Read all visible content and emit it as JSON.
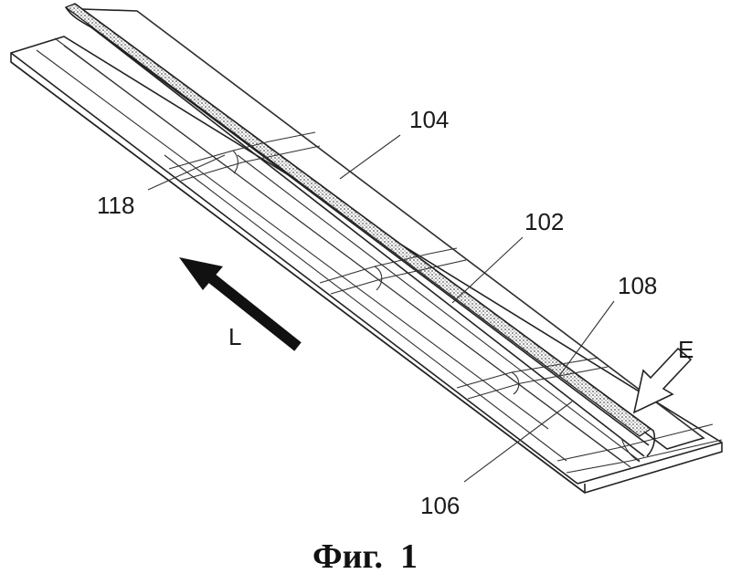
{
  "figure": {
    "caption": "Фиг.  1",
    "labels": {
      "l104": "104",
      "l102": "102",
      "l108": "108",
      "l118": "118",
      "l106": "106",
      "lL": "L",
      "lE": "E"
    },
    "colors": {
      "ink": "#222222",
      "background": "#ffffff",
      "stipple": "#666666"
    }
  }
}
